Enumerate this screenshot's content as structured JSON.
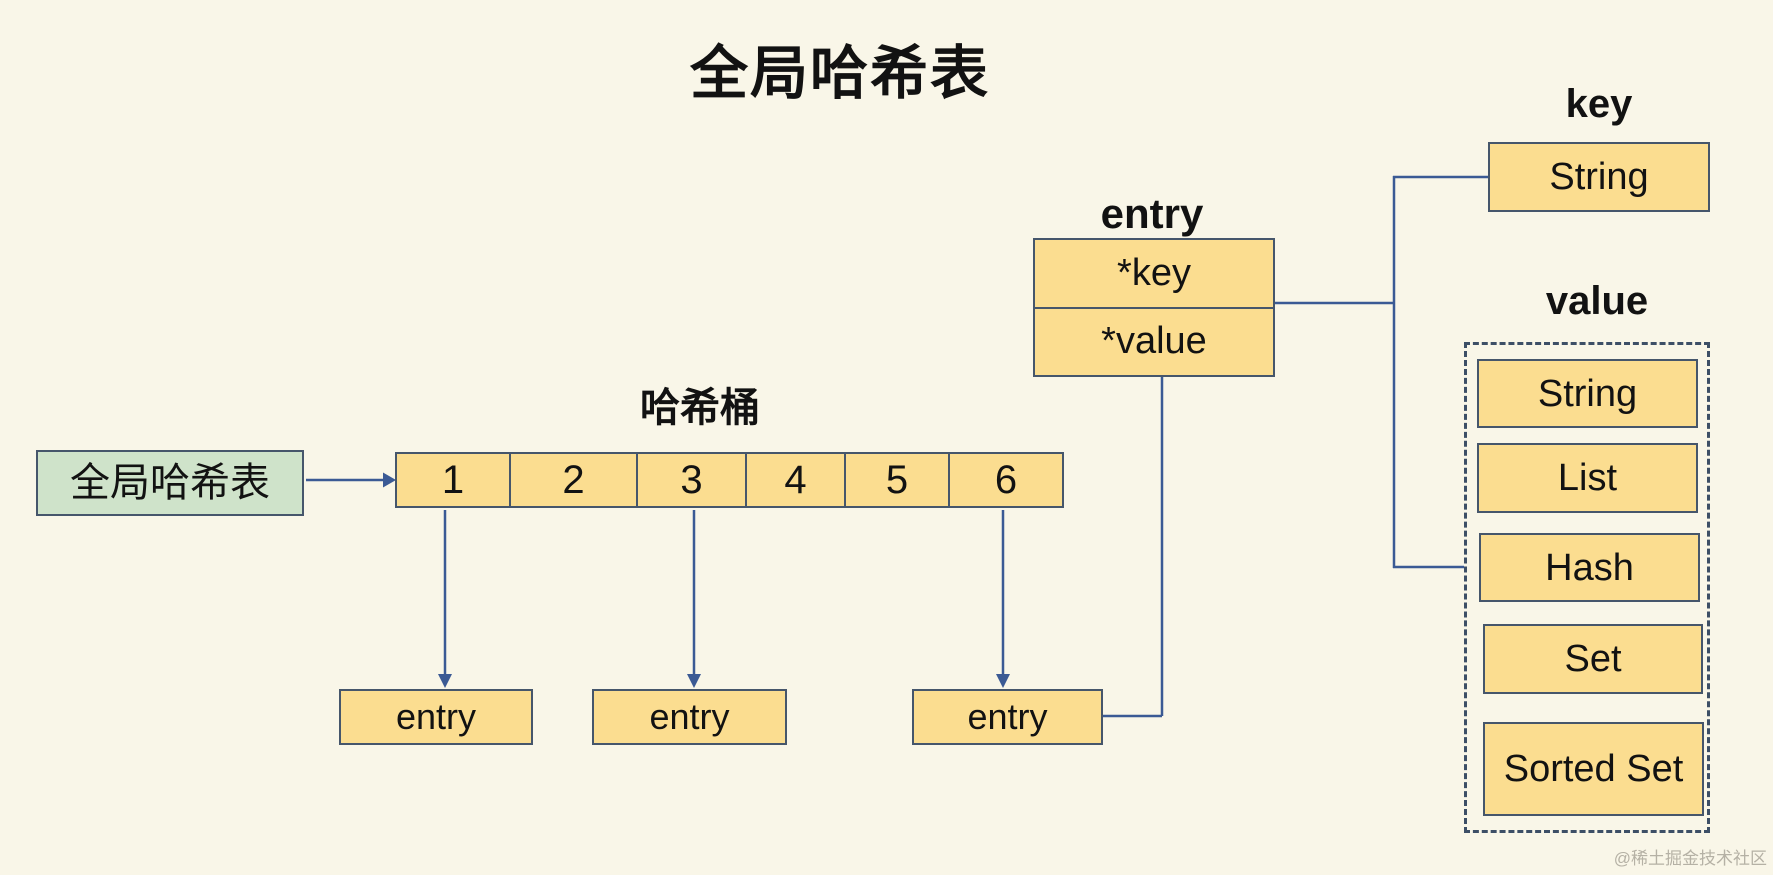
{
  "title": "全局哈希表",
  "global_table": {
    "label": "全局哈希表"
  },
  "bucket": {
    "label": "哈希桶",
    "cells": [
      "1",
      "2",
      "3",
      "4",
      "5",
      "6"
    ]
  },
  "entries": [
    "entry",
    "entry",
    "entry"
  ],
  "entry_struct": {
    "label": "entry",
    "fields": [
      "*key",
      "*value"
    ]
  },
  "key": {
    "label": "key",
    "types": [
      "String"
    ]
  },
  "value": {
    "label": "value",
    "types": [
      "String",
      "List",
      "Hash",
      "Set",
      "Sorted Set"
    ]
  },
  "watermark": "@稀土掘金技术社区",
  "colors": {
    "background": "#f9f6e8",
    "box_fill": "#fbdd90",
    "green_fill": "#cfe3ca",
    "border": "#46566b",
    "line": "#3b5a94",
    "watermark": "#b5b1a5"
  }
}
